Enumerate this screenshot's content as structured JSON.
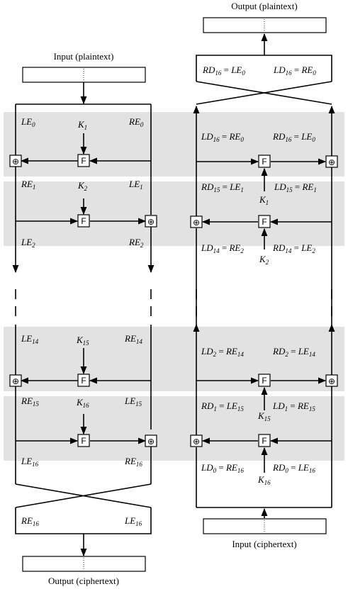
{
  "encryption": {
    "input_caption": "Input (plaintext)",
    "output_caption": "Output (ciphertext)",
    "labels": [
      {
        "base": "LE",
        "sub": "0"
      },
      {
        "base": "RE",
        "sub": "0"
      },
      {
        "base": "K",
        "sub": "1"
      },
      {
        "base": "RE",
        "sub": "1"
      },
      {
        "base": "LE",
        "sub": "1"
      },
      {
        "base": "K",
        "sub": "2"
      },
      {
        "base": "LE",
        "sub": "2"
      },
      {
        "base": "RE",
        "sub": "2"
      },
      {
        "base": "LE",
        "sub": "14"
      },
      {
        "base": "RE",
        "sub": "14"
      },
      {
        "base": "K",
        "sub": "15"
      },
      {
        "base": "RE",
        "sub": "15"
      },
      {
        "base": "LE",
        "sub": "15"
      },
      {
        "base": "K",
        "sub": "16"
      },
      {
        "base": "LE",
        "sub": "16"
      },
      {
        "base": "RE",
        "sub": "16"
      },
      {
        "base": "RE",
        "sub": "16"
      },
      {
        "base": "LE",
        "sub": "16"
      }
    ]
  },
  "decryption": {
    "output_caption": "Output (plaintext)",
    "input_caption": "Input (ciphertext)",
    "equations": [
      {
        "l": "RD",
        "ls": "16",
        "r": "LE",
        "rs": "0"
      },
      {
        "l": "LD",
        "ls": "16",
        "r": "RE",
        "rs": "0"
      },
      {
        "l": "LD",
        "ls": "16",
        "r": "RE",
        "rs": "0"
      },
      {
        "l": "RD",
        "ls": "16",
        "r": "LE",
        "rs": "0"
      },
      {
        "l": "RD",
        "ls": "15",
        "r": "LE",
        "rs": "1"
      },
      {
        "l": "LD",
        "ls": "15",
        "r": "RE",
        "rs": "1"
      },
      {
        "l": "LD",
        "ls": "14",
        "r": "RE",
        "rs": "2"
      },
      {
        "l": "RD",
        "ls": "14",
        "r": "LE",
        "rs": "2"
      },
      {
        "l": "LD",
        "ls": "2",
        "r": "RE",
        "rs": "14"
      },
      {
        "l": "RD",
        "ls": "2",
        "r": "LE",
        "rs": "14"
      },
      {
        "l": "RD",
        "ls": "1",
        "r": "LE",
        "rs": "15"
      },
      {
        "l": "LD",
        "ls": "1",
        "r": "RE",
        "rs": "15"
      },
      {
        "l": "LD",
        "ls": "0",
        "r": "RE",
        "rs": "16"
      },
      {
        "l": "RD",
        "ls": "0",
        "r": "LE",
        "rs": "16"
      }
    ],
    "keys": [
      {
        "base": "K",
        "sub": "1"
      },
      {
        "base": "K",
        "sub": "2"
      },
      {
        "base": "K",
        "sub": "15"
      },
      {
        "base": "K",
        "sub": "16"
      }
    ]
  },
  "symbols": {
    "function": "F",
    "xor": "⊕",
    "equals": " = "
  }
}
